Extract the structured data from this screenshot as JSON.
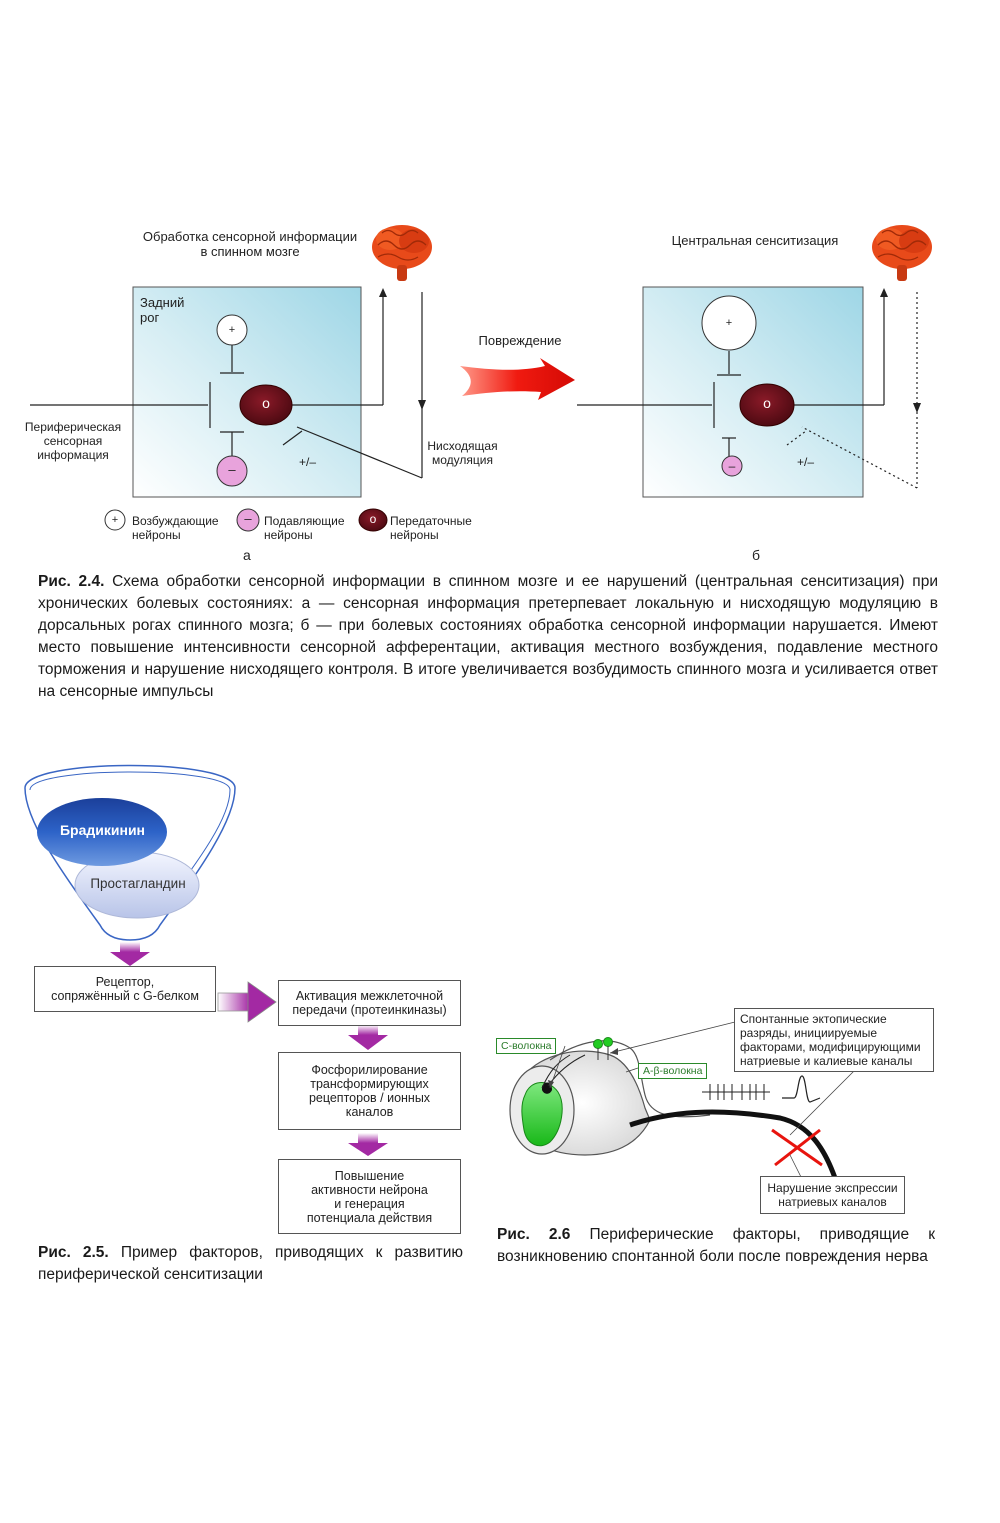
{
  "fig24": {
    "panel_a": {
      "title_line1": "Обработка сенсорной информации",
      "title_line2": "в спинном мозге",
      "horn_line1": "Задний",
      "horn_line2": "рог",
      "peripheral_line1": "Периферическая",
      "peripheral_line2": "сенсорная",
      "peripheral_line3": "информация",
      "descending_line1": "Нисходящая",
      "descending_line2": "модуляция",
      "plus_minus": "+/–",
      "plus": "+",
      "minus": "–",
      "relay": "о",
      "letter": "а"
    },
    "arrow_label": "Повреждение",
    "panel_b": {
      "title": "Центральная сенситизация",
      "plus_minus": "+/–",
      "plus": "+",
      "minus": "–",
      "relay": "о",
      "letter": "б"
    },
    "legend": {
      "excit_line1": "Возбуждающие",
      "excit_line2": "нейроны",
      "inhib_line1": "Подавляющие",
      "inhib_line2": "нейроны",
      "relay_line1": "Передаточные",
      "relay_line2": "нейроны",
      "plus": "+",
      "minus": "–",
      "relay": "о"
    },
    "caption_label": "Рис. 2.4.",
    "caption_text": "Схема обработки сенсорной информации в спинном мозге и ее нарушений (центральная сенситизация) при хронических болевых состояниях: а — сенсорная информация претерпевает локальную и нисходящую модуляцию в дорсальных рогах спинного мозга; б — при болевых состояниях обработка сенсорной информации нарушается. Имеют место повышение интенсивности сенсорной афферентации, активация местного возбуждения, подавление местного торможения и нарушение нисходящего контроля. В итоге увеличивается возбудимость спинного мозга и усиливается ответ на сенсорные импульсы"
  },
  "fig25": {
    "bradykinin": "Брадикинин",
    "prostaglandin": "Простагландин",
    "receptor_line1": "Рецептор,",
    "receptor_line2": "сопряжённый с G-белком",
    "activation_line1": "Активация межклеточной",
    "activation_line2": "передачи (протеинкиназы)",
    "phos_line1": "Фосфорилирование",
    "phos_line2": "трансформирующих",
    "phos_line3": "рецепторов / ионных",
    "phos_line4": "каналов",
    "increase_line1": "Повышение",
    "increase_line2": "активности нейрона",
    "increase_line3": "и генерация",
    "increase_line4": "потенциала действия",
    "caption_label": "Рис. 2.5.",
    "caption_text": "Пример факторов, приводящих к развитию периферической сенситизации"
  },
  "fig26": {
    "c_fiber": "C-волокна",
    "a_fiber": "А-β-волокна",
    "ectopic_line1": "Спонтанные эктопические",
    "ectopic_line2": "разряды, инициируемые",
    "ectopic_line3": "факторами, модифицирующими",
    "ectopic_line4": "натриевые и калиевые каналы",
    "expression_line1": "Нарушение экспрессии",
    "expression_line2": "натриевых каналов",
    "caption_label": "Рис. 2.6",
    "caption_text": "Периферические факторы, приводящие к возникновению спонтанной боли после повреждения нерва"
  },
  "colors": {
    "relay_neuron": "#6b0f1a",
    "inhibitory_neuron": "#e8a3dc",
    "injury_arrow": "#e8140e",
    "brain": "#e84a1a",
    "bradykinin": "#1f4fb0",
    "flow_arrow": "#b33bb3",
    "ganglion": "#22cc22"
  }
}
